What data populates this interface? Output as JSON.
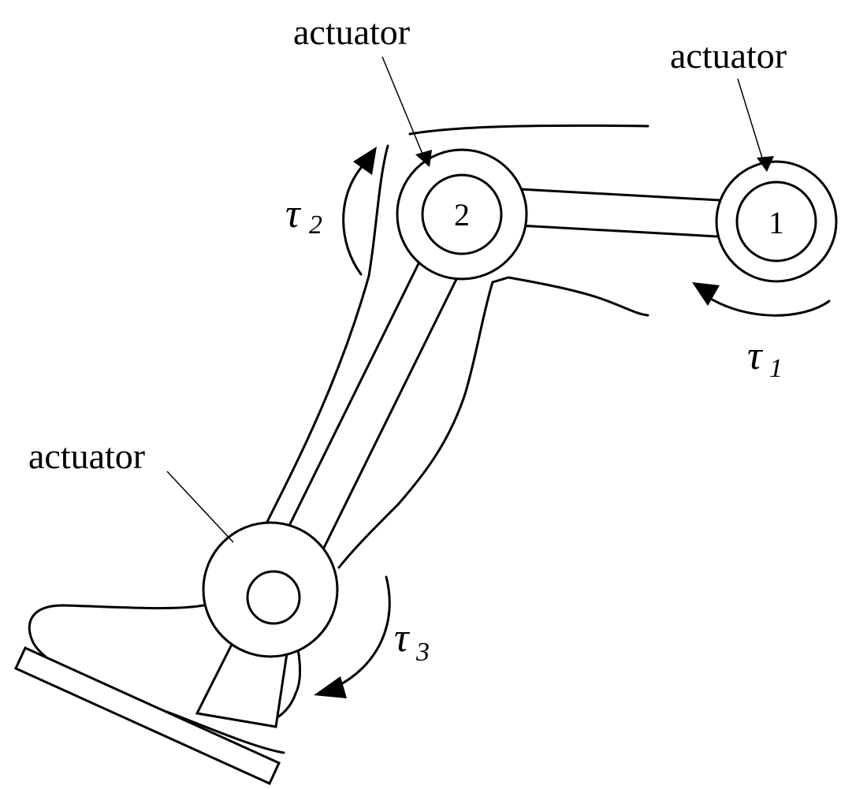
{
  "labels": {
    "actuator_top": "actuator",
    "actuator_right": "actuator",
    "actuator_left": "actuator"
  },
  "joints": {
    "joint_1": "1",
    "joint_2": "2"
  },
  "torques": {
    "tau_1": {
      "symbol": "τ",
      "subscript": "1"
    },
    "tau_2": {
      "symbol": "τ",
      "subscript": "2"
    },
    "tau_3": {
      "symbol": "τ",
      "subscript": "3"
    }
  }
}
